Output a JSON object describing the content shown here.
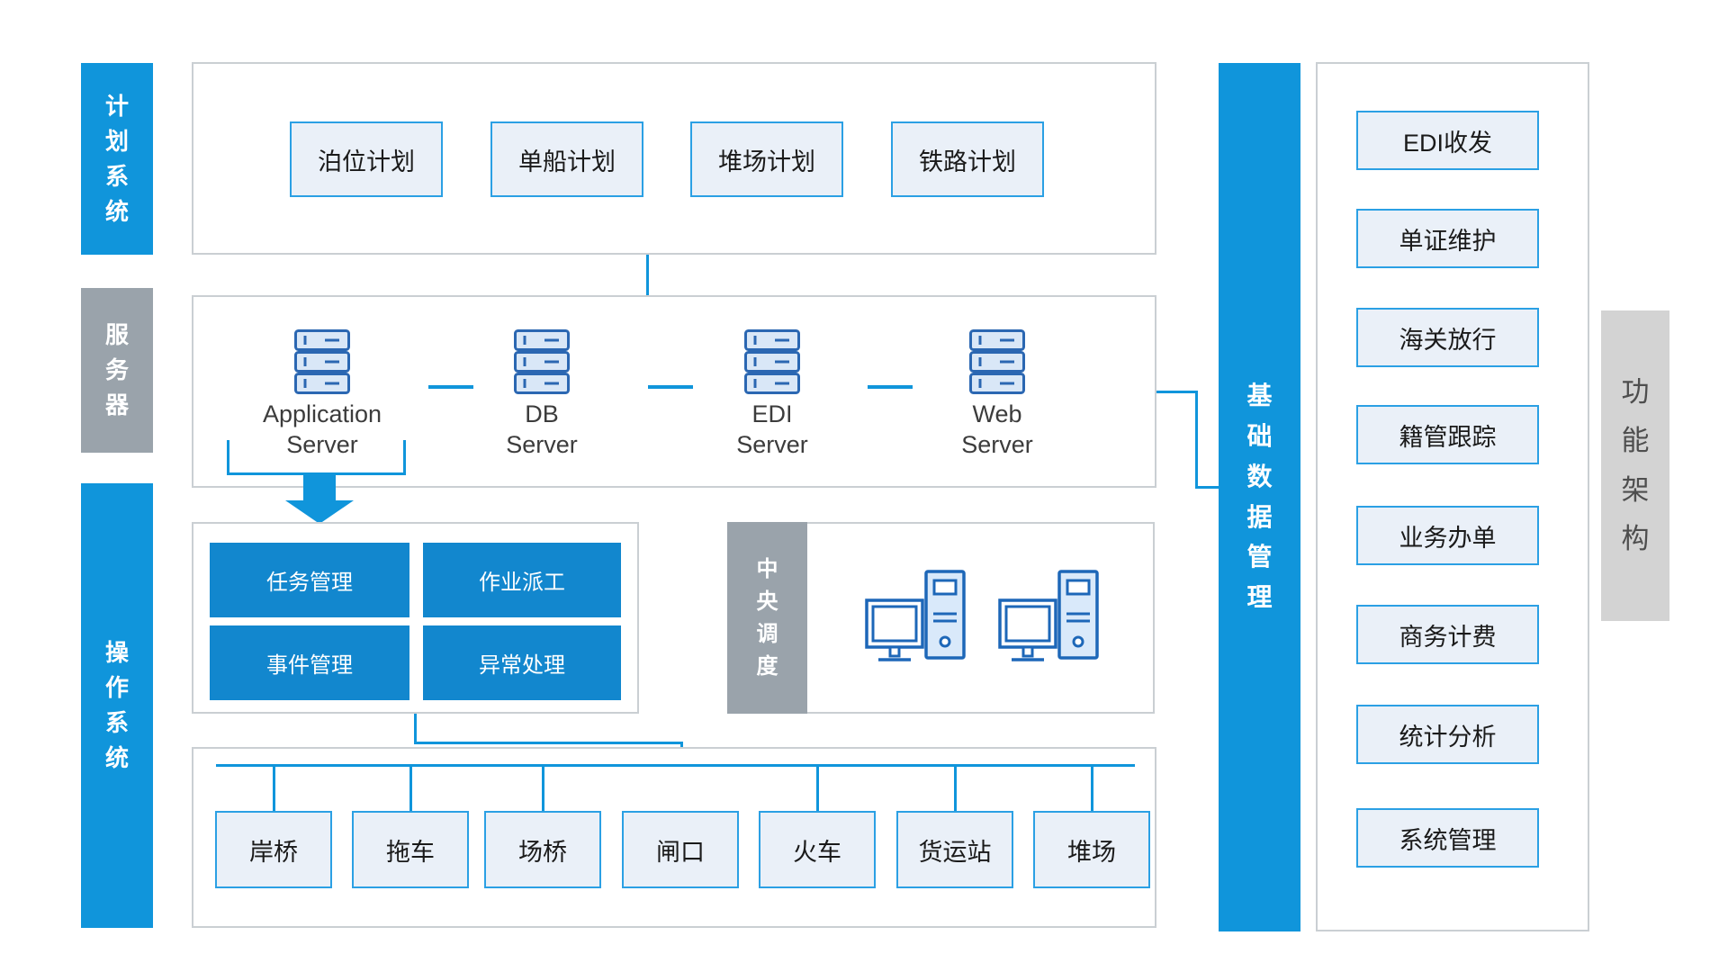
{
  "diagram_title": "功能架构",
  "colors": {
    "blue": "#1095DB",
    "box-blue": "#1287CE",
    "icon-blue": "#2B67B2",
    "comp-blue": "#1D67B8",
    "light-fill": "#EAF0F8",
    "light-border": "#2BA0E4",
    "gray-bar": "#9AA3AB",
    "light-gray-bar": "#D3D3D3",
    "border-gray": "#CACFD3",
    "text-dark": "#1A1A1A"
  },
  "left_rail": {
    "items": [
      "计划系统",
      "服务器",
      "操作系统"
    ]
  },
  "plan": {
    "items": [
      "泊位计划",
      "单船计划",
      "堆场计划",
      "铁路计划"
    ]
  },
  "servers": {
    "items": [
      "Application\nServer",
      "DB\nServer",
      "EDI\nServer",
      "Web\nServer"
    ],
    "icon": "server-icon"
  },
  "ops": {
    "items": [
      "任务管理",
      "作业派工",
      "事件管理",
      "异常处理"
    ]
  },
  "central": {
    "label": "中央调度",
    "icon": "desktop-computer-icon"
  },
  "devices": {
    "items": [
      "岸桥",
      "拖车",
      "场桥",
      "闸口",
      "火车",
      "货运站",
      "堆场"
    ]
  },
  "data_mgmt": {
    "label": "基础数据管理"
  },
  "functions": {
    "items": [
      "EDI收发",
      "单证维护",
      "海关放行",
      "籍管跟踪",
      "业务办单",
      "商务计费",
      "统计分析",
      "系统管理"
    ]
  },
  "side_label": "功能架构"
}
